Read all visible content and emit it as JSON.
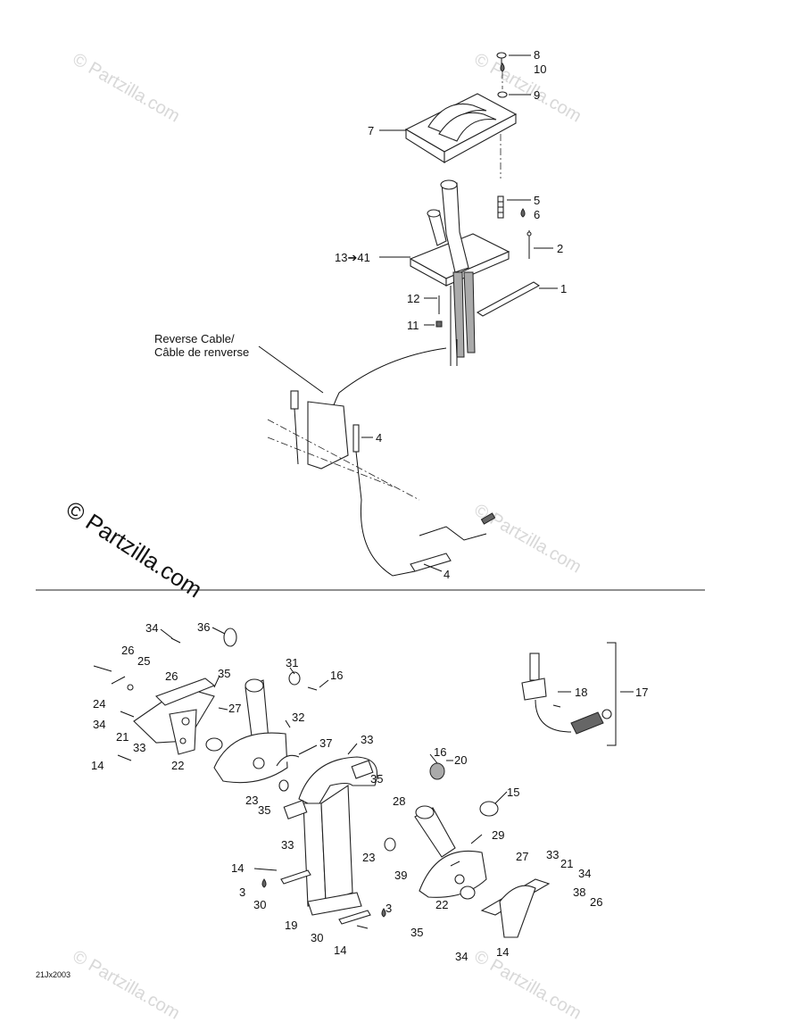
{
  "watermark": {
    "text": "© Partzilla.com",
    "main_text": "© Partzilla.com"
  },
  "reverse_cable_label": {
    "line1": "Reverse Cable/",
    "line2": "Câble de renverse"
  },
  "drawing_code": "21Jx2003",
  "callouts_top": [
    {
      "id": "top-8",
      "label": "8"
    },
    {
      "id": "top-10",
      "label": "10"
    },
    {
      "id": "top-9",
      "label": "9"
    },
    {
      "id": "top-7",
      "label": "7"
    },
    {
      "id": "top-5",
      "label": "5"
    },
    {
      "id": "top-6",
      "label": "6"
    },
    {
      "id": "top-2",
      "label": "2"
    },
    {
      "id": "top-13-41",
      "label": "13➔41"
    },
    {
      "id": "top-1",
      "label": "1"
    },
    {
      "id": "top-12",
      "label": "12"
    },
    {
      "id": "top-11",
      "label": "11"
    },
    {
      "id": "top-4a",
      "label": "4"
    },
    {
      "id": "top-4b",
      "label": "4"
    }
  ],
  "callouts_bottom": [
    {
      "id": "b-34a",
      "label": "34"
    },
    {
      "id": "b-36",
      "label": "36"
    },
    {
      "id": "b-26a",
      "label": "26"
    },
    {
      "id": "b-25",
      "label": "25"
    },
    {
      "id": "b-26b",
      "label": "26"
    },
    {
      "id": "b-35a",
      "label": "35"
    },
    {
      "id": "b-31",
      "label": "31"
    },
    {
      "id": "b-16a",
      "label": "16"
    },
    {
      "id": "b-24",
      "label": "24"
    },
    {
      "id": "b-34b",
      "label": "34"
    },
    {
      "id": "b-27a",
      "label": "27"
    },
    {
      "id": "b-32",
      "label": "32"
    },
    {
      "id": "b-21a",
      "label": "21"
    },
    {
      "id": "b-33a",
      "label": "33"
    },
    {
      "id": "b-37",
      "label": "37"
    },
    {
      "id": "b-33b",
      "label": "33"
    },
    {
      "id": "b-22a",
      "label": "22"
    },
    {
      "id": "b-14a",
      "label": "14"
    },
    {
      "id": "b-16b",
      "label": "16"
    },
    {
      "id": "b-20",
      "label": "20"
    },
    {
      "id": "b-35b",
      "label": "35"
    },
    {
      "id": "b-23a",
      "label": "23"
    },
    {
      "id": "b-35c",
      "label": "35"
    },
    {
      "id": "b-28",
      "label": "28"
    },
    {
      "id": "b-15",
      "label": "15"
    },
    {
      "id": "b-33c",
      "label": "33"
    },
    {
      "id": "b-29",
      "label": "29"
    },
    {
      "id": "b-23b",
      "label": "23"
    },
    {
      "id": "b-14b",
      "label": "14"
    },
    {
      "id": "b-3a",
      "label": "3"
    },
    {
      "id": "b-39",
      "label": "39"
    },
    {
      "id": "b-27b",
      "label": "27"
    },
    {
      "id": "b-33d",
      "label": "33"
    },
    {
      "id": "b-21b",
      "label": "21"
    },
    {
      "id": "b-34c",
      "label": "34"
    },
    {
      "id": "b-30a",
      "label": "30"
    },
    {
      "id": "b-22b",
      "label": "22"
    },
    {
      "id": "b-38",
      "label": "38"
    },
    {
      "id": "b-26c",
      "label": "26"
    },
    {
      "id": "b-19",
      "label": "19"
    },
    {
      "id": "b-3b",
      "label": "3"
    },
    {
      "id": "b-30b",
      "label": "30"
    },
    {
      "id": "b-35d",
      "label": "35"
    },
    {
      "id": "b-14c",
      "label": "14"
    },
    {
      "id": "b-34d",
      "label": "34"
    },
    {
      "id": "b-14d",
      "label": "14"
    },
    {
      "id": "b-17",
      "label": "17"
    },
    {
      "id": "b-18",
      "label": "18"
    }
  ]
}
